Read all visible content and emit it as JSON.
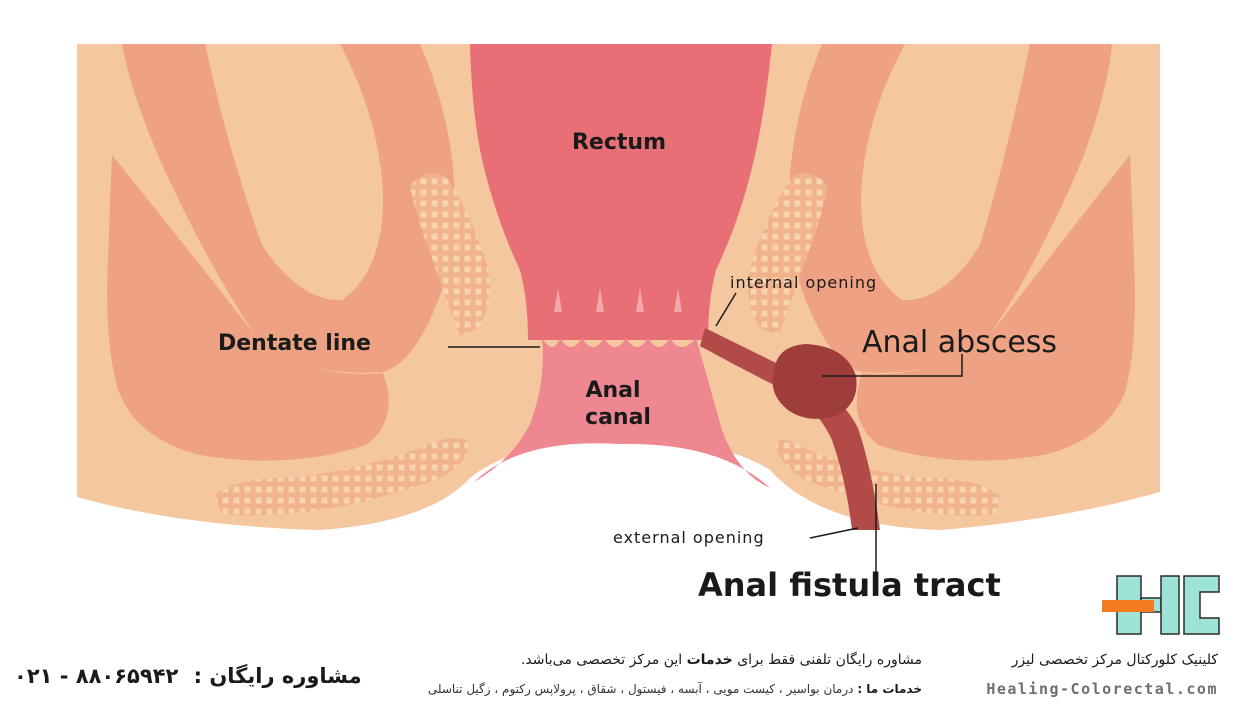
{
  "diagram": {
    "labels": {
      "rectum": "Rectum",
      "anal_canal_1": "Anal",
      "anal_canal_2": "canal",
      "dentate_line": "Dentate line",
      "internal_opening": "internal opening",
      "anal_abscess": "Anal abscess",
      "external_opening": "external opening",
      "fistula_tract": "Anal fistula tract"
    },
    "colors": {
      "background_tissue": "#f5c79f",
      "muscle": "#eea283",
      "rectum": "#e86f76",
      "anal_canal": "#ef8791",
      "abscess": "#9e3d3a",
      "tract": "#b24a48"
    }
  },
  "logo": {
    "colors": {
      "teal": "#9ee3d6",
      "orange": "#f47c20",
      "dark": "#2b2b2b"
    }
  },
  "footer": {
    "free_consult_label": "مشاوره رایگان :",
    "phone": "۰۲۱ - ۸۸۰۶۵۹۴۲",
    "service_line_1_pre": "مشاوره رایگان تلفنی فقط برای",
    "service_line_1_bold": "خدمات",
    "service_line_1_post": "این مرکز تخصصی می‌باشد.",
    "services_label": "خدمات ما :",
    "services_list": "درمان بواسیر ، کیست مویی ، آبسه  ، فیستول ، شقاق ، پرولاپس رکتوم ، زگیل تناسلی",
    "clinic_name": "کلینیک کلورکتال مرکز تخصصی لیزر",
    "website": "Healing-Colorectal.com"
  }
}
